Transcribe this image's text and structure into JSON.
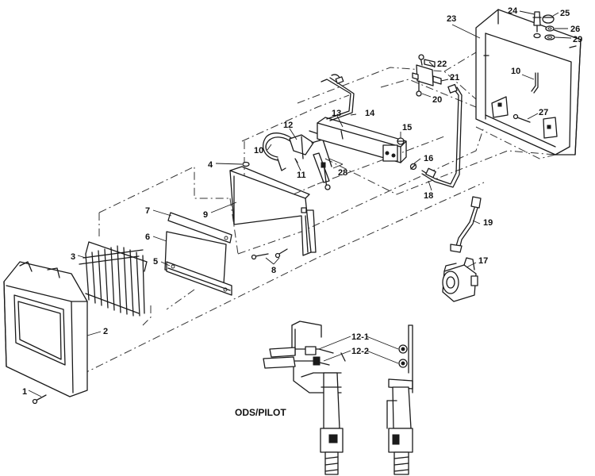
{
  "labels": {
    "p1": "1",
    "p2": "2",
    "p3": "3",
    "p4": "4",
    "p5": "5",
    "p6": "6",
    "p7": "7",
    "p8": "8",
    "p9": "9",
    "p10a": "10",
    "p10b": "10",
    "p11": "11",
    "p12": "12",
    "p13": "13",
    "p14": "14",
    "p15": "15",
    "p16": "16",
    "p17": "17",
    "p18": "18",
    "p19": "19",
    "p20": "20",
    "p21": "21",
    "p22": "22",
    "p23": "23",
    "p24": "24",
    "p25": "25",
    "p26": "26",
    "p27": "27",
    "p28": "28",
    "p29": "29",
    "p12_1": "12-1",
    "p12_2": "12-2"
  },
  "section_title": "ODS/PILOT"
}
